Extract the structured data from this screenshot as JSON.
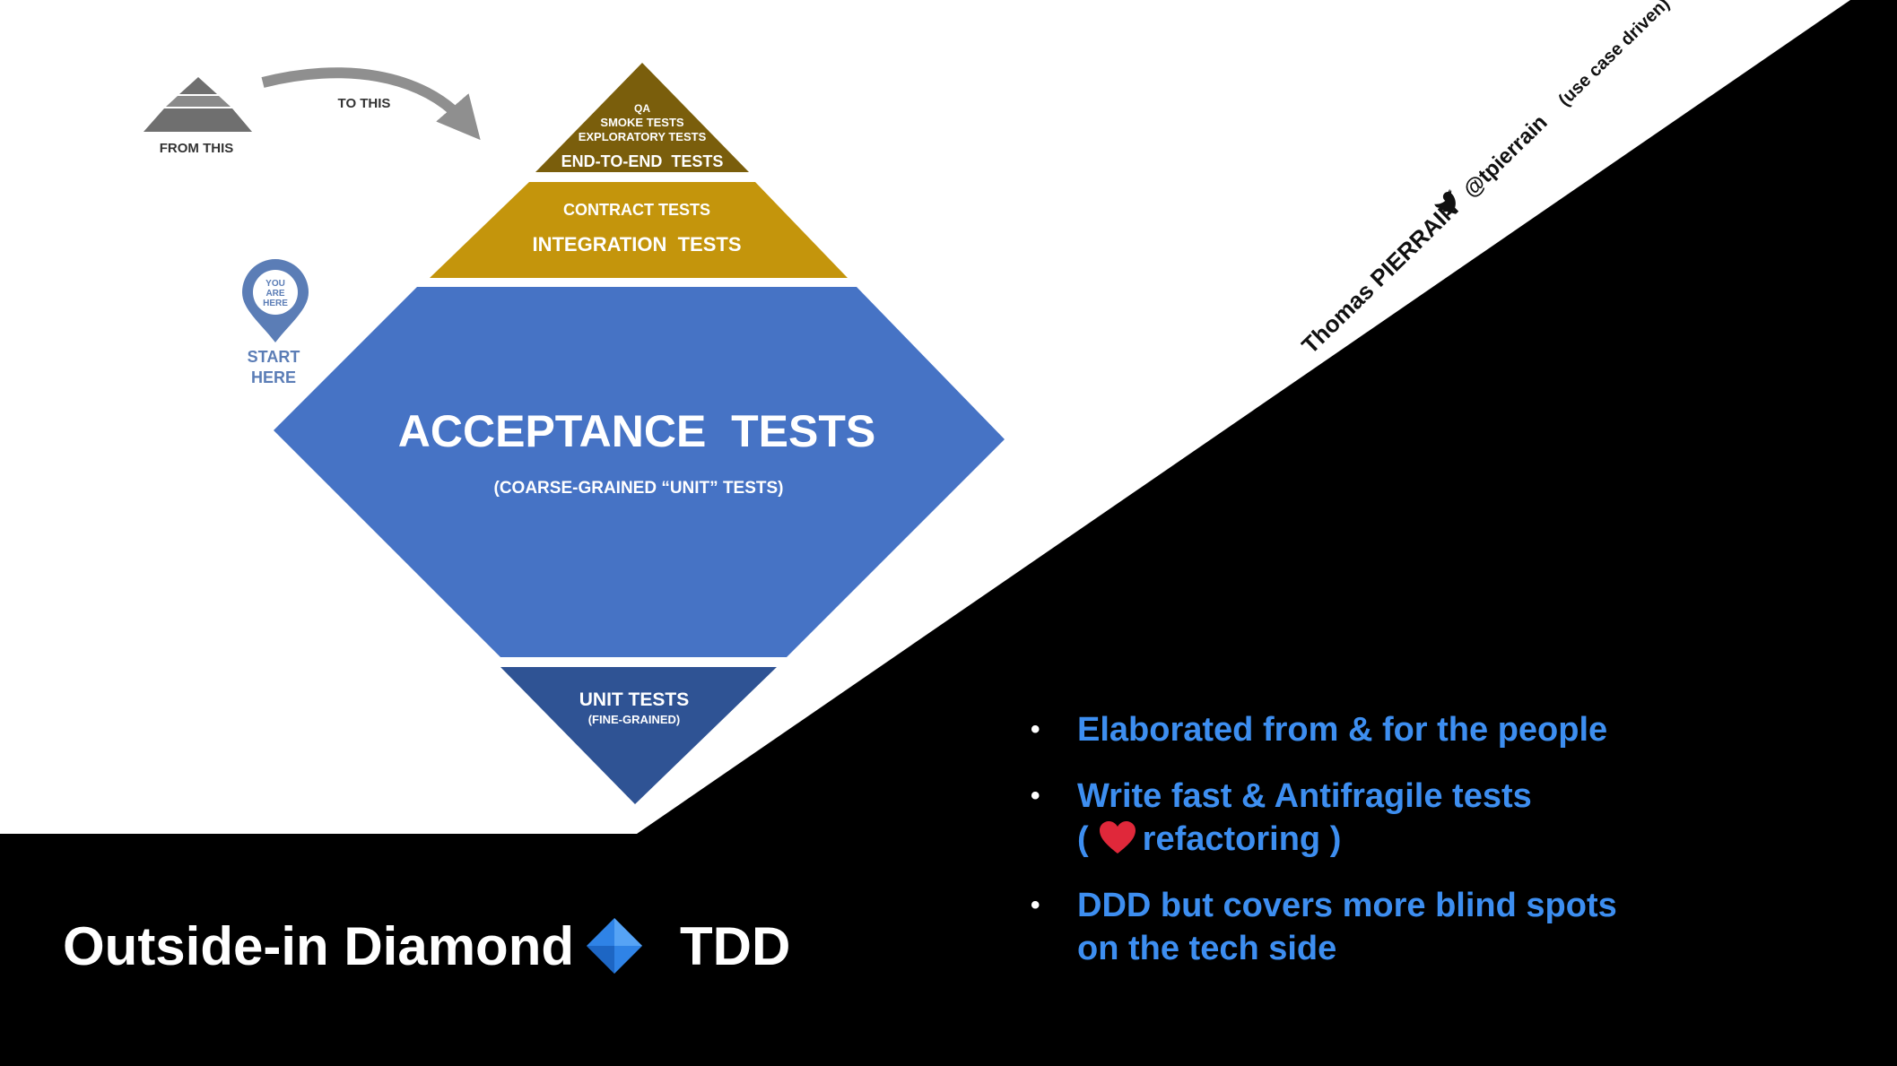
{
  "slide": {
    "title_left": "Outside-in Diamond",
    "title_right": "TDD",
    "title_emoji": "small-blue-diamond-icon",
    "colors": {
      "background_dark": "#000000",
      "background_light": "#ffffff",
      "pyramid_top": "#7a5e0c",
      "pyramid_middle": "#c4950c",
      "diamond_main": "#4673c5",
      "diamond_bottom": "#2f5394",
      "pin": "#5b7db6",
      "bullet_text": "#3d8ef0",
      "heart": "#e0283a"
    }
  },
  "diagram": {
    "from_label": "FROM THIS",
    "to_label": "TO THIS",
    "pin_label": [
      "YOU",
      "ARE",
      "HERE"
    ],
    "start_here": [
      "START",
      "HERE"
    ],
    "top": {
      "line1": "QA",
      "line2": "SMOKE TESTS",
      "line3": "EXPLORATORY TESTS",
      "line4": "END-TO-END  TESTS"
    },
    "middle": {
      "line1": "CONTRACT TESTS",
      "line2": "INTEGRATION  TESTS"
    },
    "main": {
      "title": "ACCEPTANCE  TESTS",
      "subtitle": "(COARSE-GRAINED “UNIT” TESTS)"
    },
    "bottom": {
      "title": "UNIT TESTS",
      "subtitle": "(FINE-GRAINED)"
    }
  },
  "author": {
    "name": "Thomas PIERRAIN",
    "handle": "@tpierrain",
    "note": "(use case driven)",
    "icon": "twitter-bird-icon"
  },
  "bullets": [
    {
      "lines": [
        "Elaborated from & for the people"
      ]
    },
    {
      "line1": "Write fast & Antifragile tests",
      "line2_open": "(",
      "line2_text": "refactoring )",
      "icon": "heart-icon"
    },
    {
      "lines": [
        "DDD but covers more blind spots",
        "on the tech side"
      ]
    }
  ]
}
